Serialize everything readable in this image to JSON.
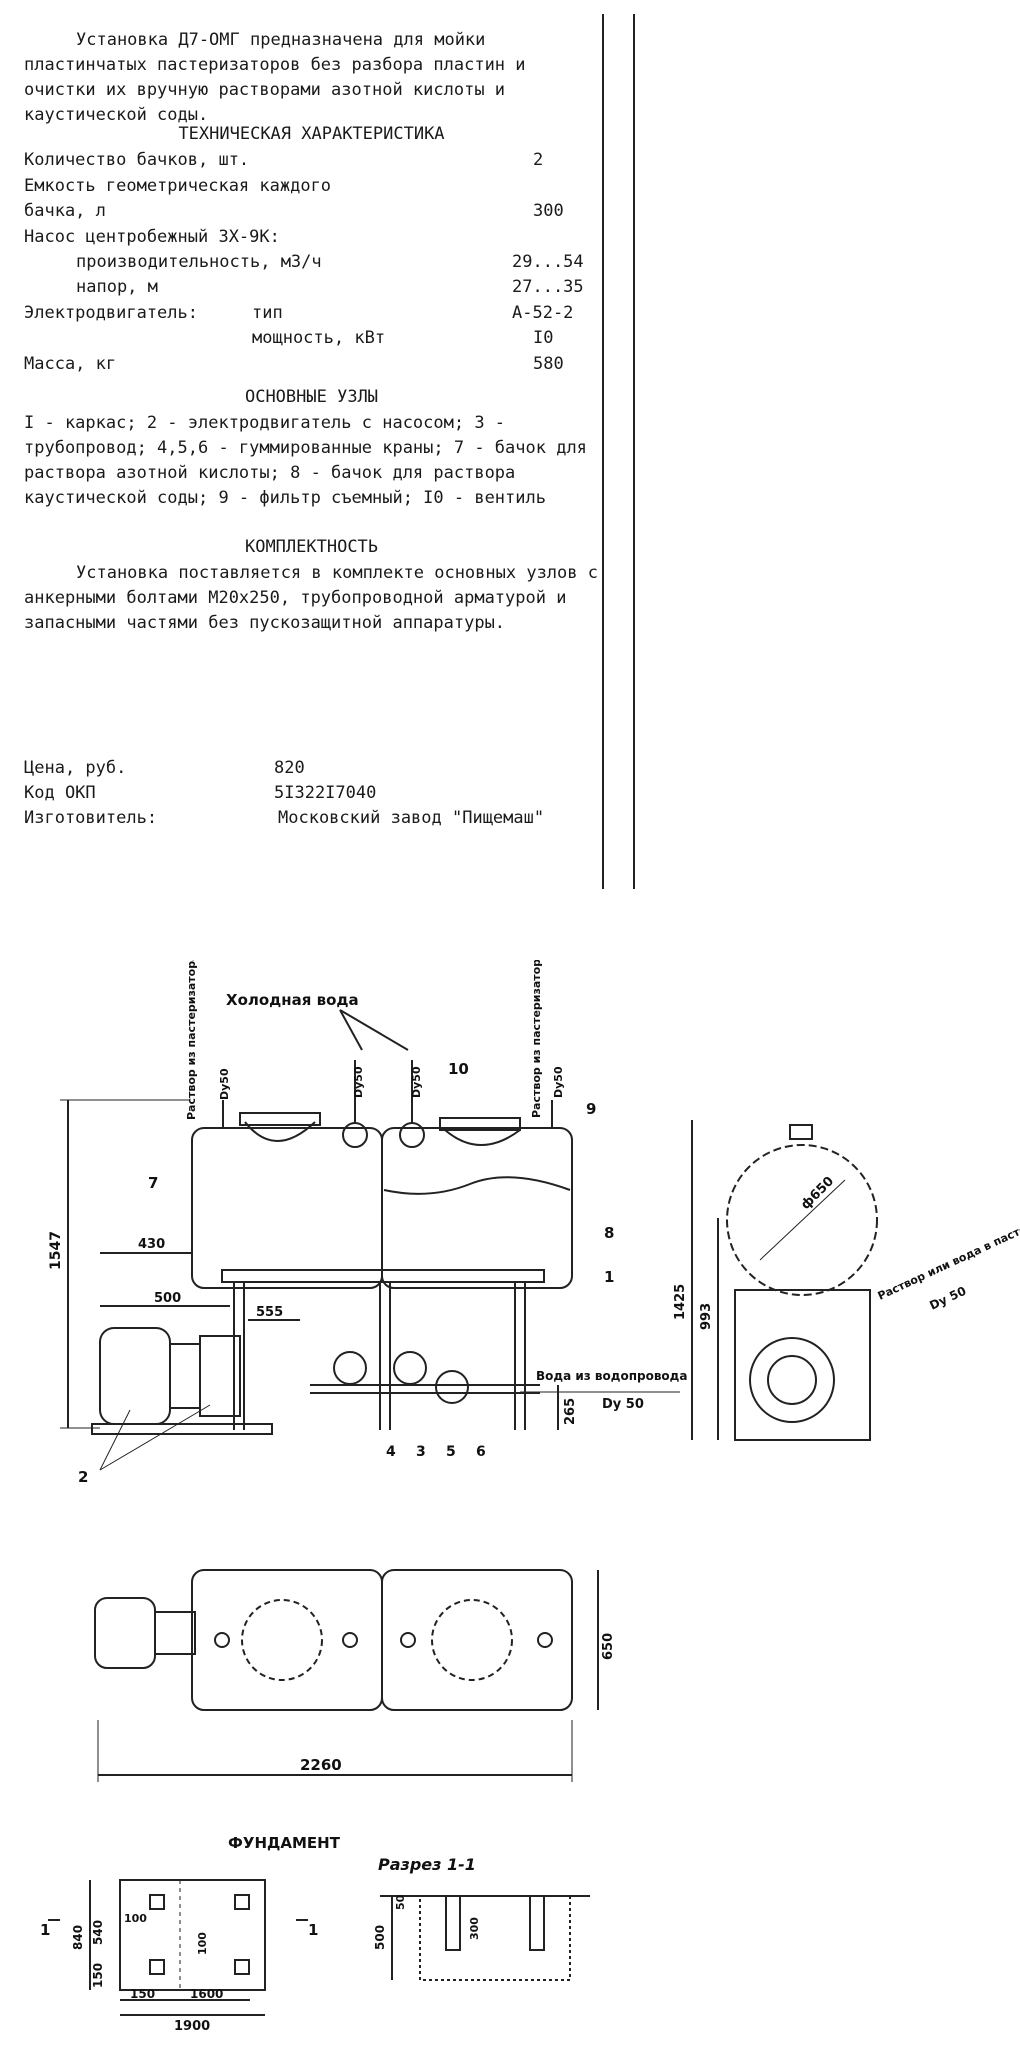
{
  "intro": "Установка Д7-ОМГ предназначена для мойки пластинчатых пастеризаторов без разбора пластин и очистки их вручную растворами азотной кислоты и каустической соды.",
  "tech_title": "ТЕХНИЧЕСКАЯ ХАРАКТЕРИСТИКА",
  "specs": {
    "tanks_label": "Количество бачков, шт.",
    "tanks_value": "2",
    "capacity_label_1": "Емкость геометрическая каждого",
    "capacity_label_2": "бачка, л",
    "capacity_value": "300",
    "pump_label": "Насос центробежный 3Х-9К:",
    "pump_perf_label": "производительность, м3/ч",
    "pump_perf_value": "29...54",
    "pump_head_label": "напор, м",
    "pump_head_value": "27...35",
    "motor_label": "Электродвигатель:",
    "motor_type_label": "тип",
    "motor_type_value": "А-52-2",
    "motor_power_label": "мощность, кВт",
    "motor_power_value": "I0",
    "mass_label": "Масса, кг",
    "mass_value": "580"
  },
  "units_title": "ОСНОВНЫЕ УЗЛЫ",
  "units_text": "I - каркас; 2 - электродвигатель с насосом; 3 - трубопровод; 4,5,6 - гуммированные краны; 7 - бачок для раствора азотной кислоты; 8 - бачок для раствора каустической соды; 9 - фильтр съемный; I0 - вентиль",
  "complete_title": "КОМПЛЕКТНОСТЬ",
  "complete_text": "Установка поставляется в комплекте основных узлов с анкерными болтами М20х250, трубопроводной арматурой и запасными частями без пускозащитной аппаратуры.",
  "footer": {
    "price_label": "Цена, руб.",
    "price_value": "820",
    "okp_label": "Код ОКП",
    "okp_value": "5I322I7040",
    "maker_label": "Изготовитель:",
    "maker_value": "Московский завод \"Пищемаш\""
  },
  "drawing": {
    "cold_water": "Холодная вода",
    "solution_from_past": "Раствор из пастеризатора",
    "dy50": "Dy50",
    "dy50_b": "Dy 50",
    "water_from_supply": "Вода из водопровода",
    "to_past": "Раствор или вода в пастеризатор",
    "foundation_title": "ФУНДАМЕНТ",
    "section_title": "Разрез 1-1",
    "section_mark": "1",
    "dims": {
      "d1547": "1547",
      "d430": "430",
      "d500": "500",
      "d555": "555",
      "d265": "265",
      "d1425": "1425",
      "d993": "993",
      "d650c": "ф650",
      "d650": "650",
      "d2260": "2260",
      "d840": "840",
      "d540": "540",
      "d150v": "150",
      "d100a": "100",
      "d100b": "100",
      "d150h": "150",
      "d1600": "1600",
      "d1900": "1900",
      "d50": "50",
      "d500f": "500",
      "d300": "300"
    },
    "callouts": {
      "c1": "1",
      "c2": "2",
      "c3": "3",
      "c4": "4",
      "c5": "5",
      "c6": "6",
      "c7": "7",
      "c8": "8",
      "c9": "9",
      "c10": "10"
    }
  }
}
